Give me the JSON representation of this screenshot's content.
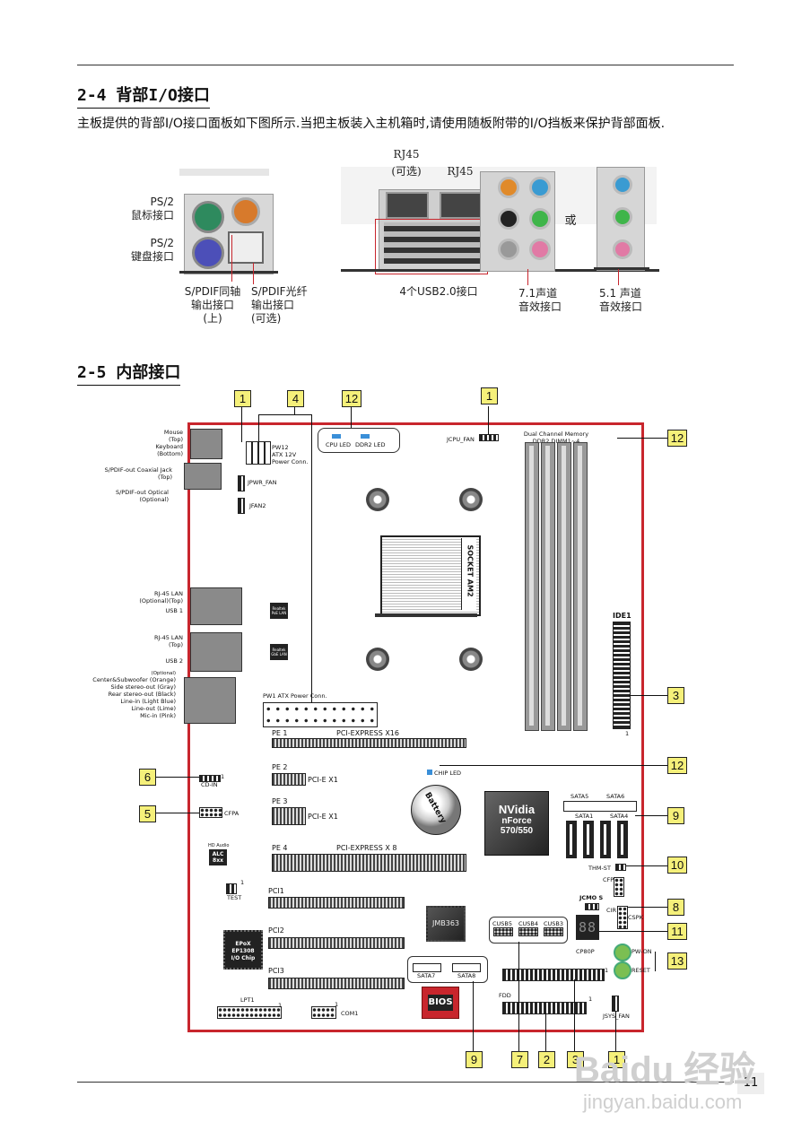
{
  "sec24": {
    "heading": "2-4 背部I/O接口",
    "para": "主板提供的背部I/O接口面板如下图所示.当把主板装入主机箱时,请使用随板附带的I/O挡板来保护背部面板."
  },
  "io": {
    "ps2_mouse": [
      "PS/2",
      "鼠标接口"
    ],
    "ps2_kb": [
      "PS/2",
      "键盘接口"
    ],
    "rj45_opt": [
      "RJ45",
      "(可选)"
    ],
    "rj45": "RJ45",
    "or": "或",
    "spdif_coax": [
      "S/PDIF同轴",
      "输出接口",
      "(上)"
    ],
    "spdif_opt": [
      "S/PDIF光纤",
      "输出接口",
      "(可选)"
    ],
    "usb": "4个USB2.0接口",
    "audio71": [
      "7.1声道",
      "音效接口"
    ],
    "audio51": [
      "5.1 声道",
      "音效接口"
    ]
  },
  "sec25": {
    "heading": "2-5 内部接口"
  },
  "board": {
    "left_labels": [
      "Mouse",
      "(Top)",
      "Keyboard",
      "(Bottom)",
      "S/PDIF-out Coaxial Jack",
      "(Top)",
      "S/PDIF-out Optical",
      "(Optional)",
      "RJ-45 LAN",
      "(Optional)(Top)",
      "USB 1",
      "RJ-45 LAN",
      "(Top)",
      "USB 2",
      "(Optional)",
      "Center&Subwoofer (Orange)",
      "Side stereo-out (Gray)",
      "Rear stereo-out (Black)",
      "Line-in (Light Blue)",
      "Line-out (Lime)",
      "Mic-in (Pink)"
    ],
    "pw12": [
      "PW12",
      "ATX 12V",
      "Power Conn."
    ],
    "jpwr_fan": "JPWR_FAN",
    "jfan2": "JFAN2",
    "cpu_led": "CPU LED",
    "ddr2_led": "DDR2 LED",
    "jcpu_fan": "JCPU_FAN",
    "dimm": [
      "Dual Channel Memory",
      "DDR2 DIMM1~4"
    ],
    "socket": "SOCKET AM2",
    "ide1": "IDE1",
    "realtek1": [
      "Realtek",
      "PoE LAN"
    ],
    "realtek2": [
      "Realtek",
      "GbE LAN"
    ],
    "pw1": "PW1 ATX Power Conn.",
    "pe1": "PE 1",
    "pcie16": "PCI-EXPRESS X16",
    "pe2": "PE 2",
    "pcie1a": "PCI-E X1",
    "pe3": "PE 3",
    "pcie1b": "PCI-E X1",
    "pe4": "PE 4",
    "pcie8": "PCI-EXPRESS X 8",
    "chip_led": "CHIP LED",
    "battery": "Battery",
    "nvidia": [
      "NVidia",
      "nForce",
      "570/550"
    ],
    "sata": [
      "SATA5",
      "SATA6",
      "SATA1",
      "SATA4",
      "SATA7",
      "SATA8"
    ],
    "cd_in": "CD-IN",
    "cfpa": "CFPA",
    "hd_audio": [
      "HD Audio",
      "ALC",
      "8xx"
    ],
    "test": "TEST",
    "pci": [
      "PCI1",
      "PCI2",
      "PCI3"
    ],
    "thm_st": "THM-ST",
    "cfp": "CFP",
    "cir": "CIR",
    "cspk": "CSPK",
    "jcmos": "JCMO S",
    "cusb": [
      "CUSB5",
      "CUSB4",
      "CUSB3"
    ],
    "jmb": "JMB363",
    "epox": [
      "EPoX",
      "EP1308",
      "I/O Chip"
    ],
    "cp80p": "CP80P",
    "pw_on": "PW-ON",
    "reset": "RESET",
    "fdd": "FDD",
    "bios": "BIOS",
    "lpt1": "LPT1",
    "com1": "COM1",
    "jsys_fan": "JSYS_FAN",
    "one": "1"
  },
  "callouts": {
    "top": [
      "1",
      "4",
      "12",
      "1"
    ],
    "right": [
      "12",
      "3",
      "12",
      "9",
      "10",
      "8",
      "11",
      "13"
    ],
    "left": [
      "6",
      "5"
    ],
    "bottom": [
      "9",
      "7",
      "2",
      "3",
      "1"
    ]
  },
  "footer": {
    "page": "11",
    "wm_brand": "Baidu 经验",
    "wm_url": "jingyan.baidu.com"
  },
  "colors": {
    "board_border": "#c8262d",
    "callout_fill": "#f5f07a",
    "led_blue": "#3a8fd8"
  }
}
